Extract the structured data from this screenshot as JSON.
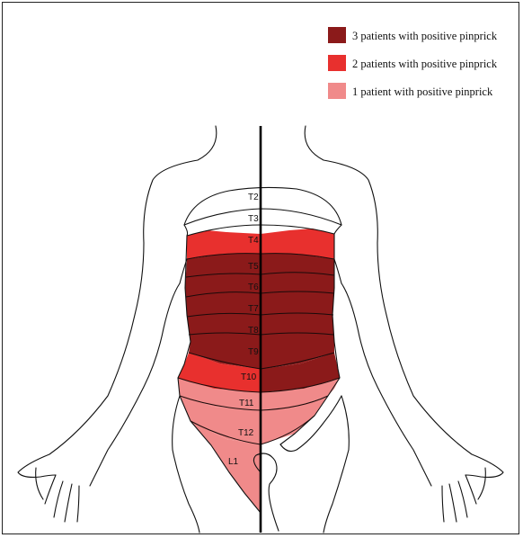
{
  "legend": {
    "items": [
      {
        "label": "3 patients with positive pinprick",
        "color": "#8b1a1a"
      },
      {
        "label": "2 patients with positive pinprick",
        "color": "#e8302e"
      },
      {
        "label": "1 patient with positive pinprick",
        "color": "#f08a8a"
      }
    ]
  },
  "dermatomes": {
    "labels": [
      "T2",
      "T3",
      "T4",
      "T5",
      "T6",
      "T7",
      "T8",
      "T9",
      "T10",
      "T11",
      "T12",
      "L1"
    ]
  },
  "colors": {
    "outline": "#111111",
    "midline": "#000000",
    "level_3": "#8b1a1a",
    "level_2": "#e8302e",
    "level_1": "#f08a8a"
  }
}
